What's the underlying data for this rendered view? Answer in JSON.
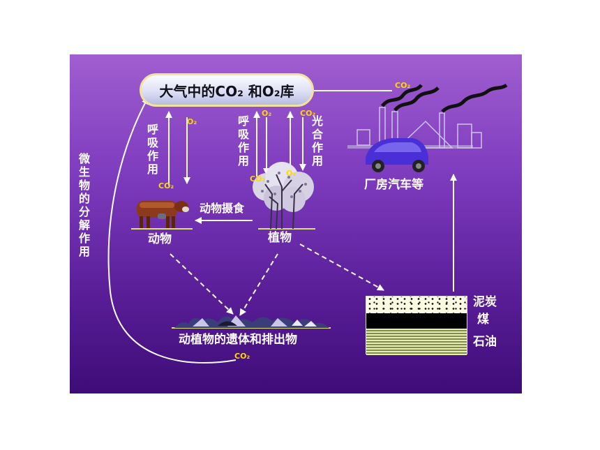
{
  "atmosphere_label": "大气中的CO₂ 和O₂库",
  "nodes": {
    "animals": "动物",
    "plants": "植物",
    "remains": "动植物的遗体和排出物",
    "factories": "厂房汽车等"
  },
  "processes": {
    "animal_respiration": "呼吸作用",
    "plant_respiration": "呼吸作用",
    "photosynthesis": "光合作用",
    "microbial_decomposition": "微生物的分解作用",
    "feeding": "动物摄食"
  },
  "fossil_fuels": {
    "peat": "泥炭",
    "coal": "煤",
    "oil": "石油"
  },
  "gases": {
    "co2_animal": "CO₂",
    "o2_animal": "O₂",
    "o2_plant_top": "O₂",
    "co2_plant_top": "CO₂",
    "co2_plant_bottom": "CO₂",
    "o2_plant_bottom": "O₂",
    "co2_factory": "CO₂",
    "co2_decomposition": "CO₂"
  },
  "colors": {
    "background_top": "#a05ed0",
    "background_bottom": "#3e0c78",
    "gas_label": "#ffd800",
    "text": "#ffffff",
    "ground_line": "#d9e27a"
  }
}
